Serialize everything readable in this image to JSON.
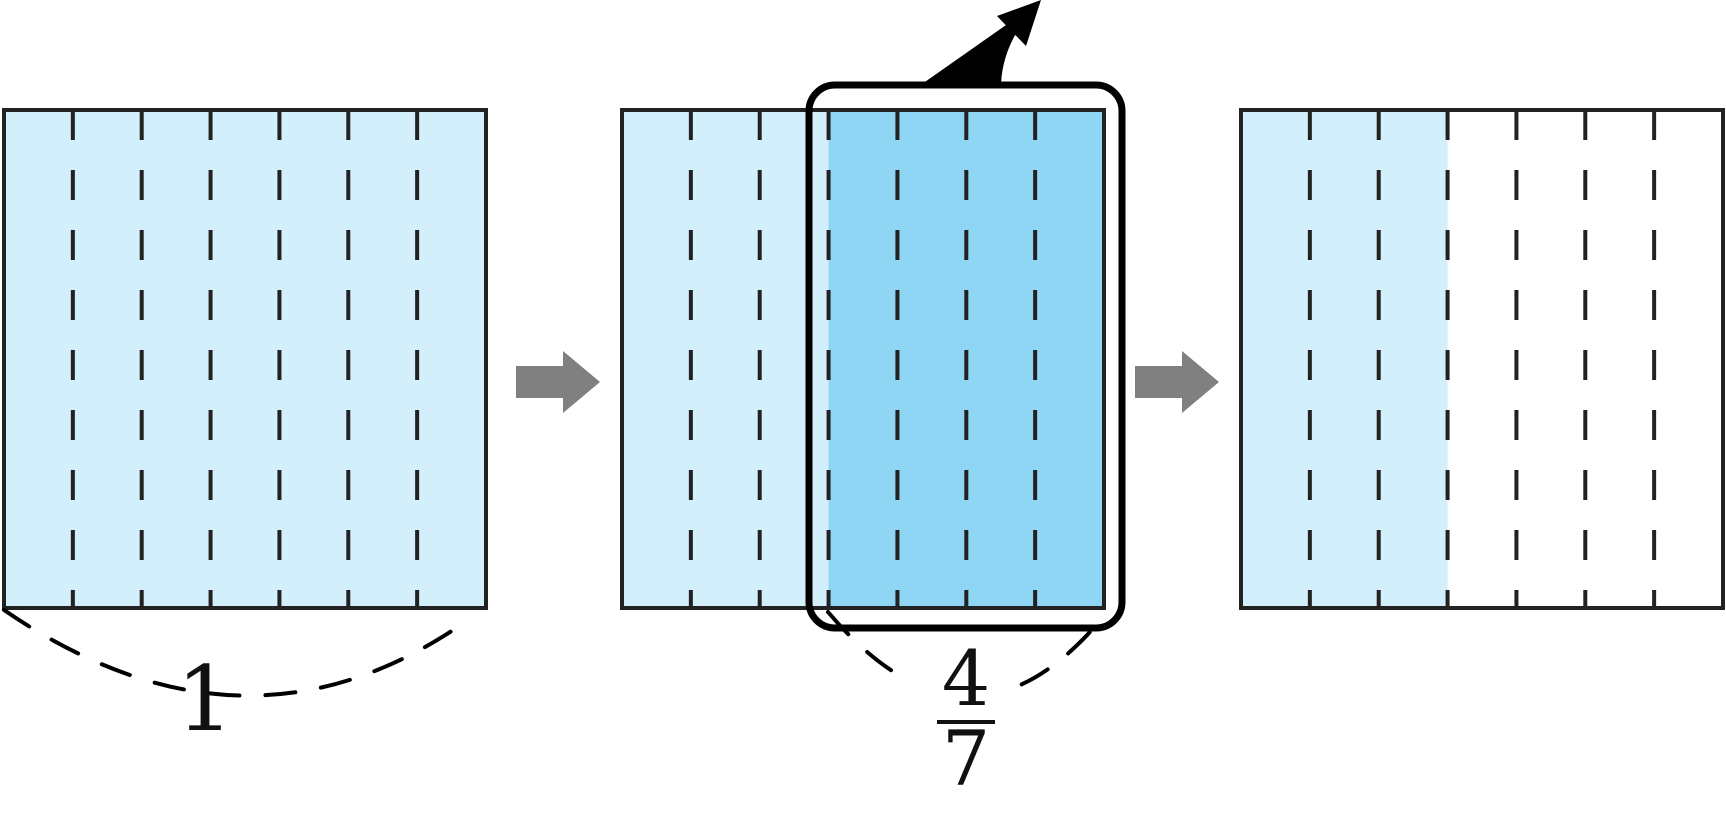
{
  "colors": {
    "light_fill": "#d4effc",
    "dark_fill": "#8fd6f5",
    "outline": "#222222",
    "arrow": "#808080",
    "ink": "#000000"
  },
  "panels": [
    {
      "id": "whole",
      "total_parts": 7,
      "light_parts": 7,
      "dark_parts": 0
    },
    {
      "id": "split",
      "total_parts": 7,
      "light_parts": 3,
      "dark_parts": 4
    },
    {
      "id": "remainder",
      "total_parts": 7,
      "light_parts": 3,
      "dark_parts": 0
    }
  ],
  "labels": {
    "whole": "1",
    "fraction_numerator": "4",
    "fraction_denominator": "7"
  },
  "icons": {
    "step_arrow": "right-arrow-icon",
    "remove_arrow": "curved-up-right-arrow-icon"
  }
}
